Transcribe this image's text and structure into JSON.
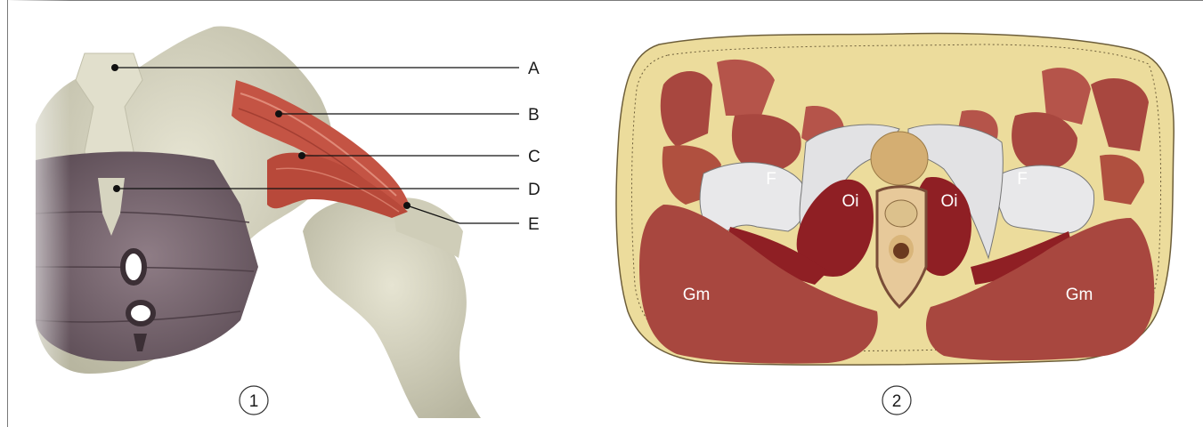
{
  "figure": {
    "panel1": {
      "number": "1",
      "labels": [
        "A",
        "B",
        "C",
        "D",
        "E"
      ]
    },
    "panel2": {
      "number": "2",
      "labels": {
        "f_left": "F",
        "f_right": "F",
        "oi_left": "Oi",
        "oi_right": "Oi",
        "gm_left": "Gm",
        "gm_right": "Gm"
      }
    }
  },
  "colors": {
    "bone": "#d9d7c4",
    "bone_shadow": "#b9b7a3",
    "muscle": "#b8493a",
    "muscle_light": "#d26b5a",
    "pelvic_floor": "#7d6a74",
    "fat": "#ecdc9c",
    "bone_cut": "#e8e8ea",
    "muscle_dark": "#8f1f24",
    "muscle_cs": "#a8473f"
  }
}
